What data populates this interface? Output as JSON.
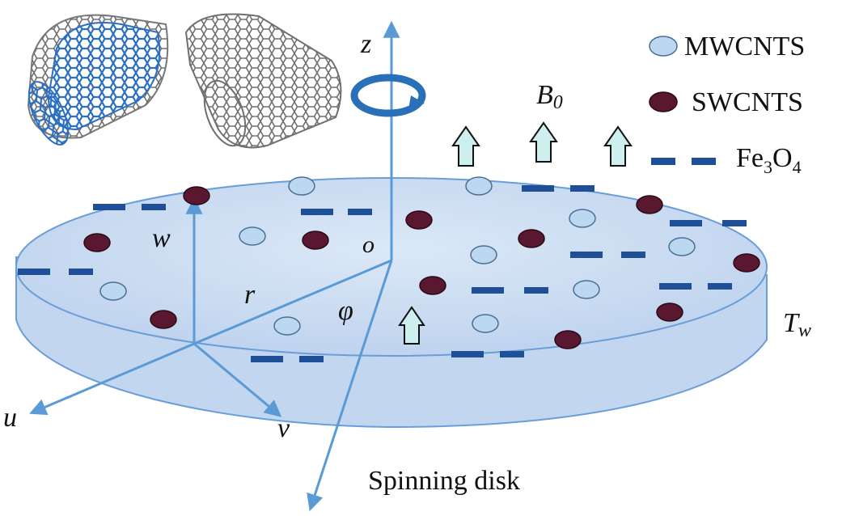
{
  "diagram": {
    "legend": {
      "mwcnt_label": "MWCNTS",
      "swcnt_label": "SWCNTS",
      "fe3o4_label": "Fe",
      "fe3o4_sub3": "3",
      "fe3o4_O": "O",
      "fe3o4_sub4": "4"
    },
    "axes": {
      "z": "z",
      "u": "u",
      "v": "v",
      "w": "w",
      "r": "r",
      "phi": "φ",
      "origin": "o"
    },
    "field_label_B": "B",
    "field_label_B_sub": "0",
    "wall_temp_T": "T",
    "wall_temp_sub": "w",
    "caption": "Spinning disk",
    "colors": {
      "disk_fill": "#c9dcf3",
      "disk_edge": "#6a9ed8",
      "axis": "#5a9ad6",
      "mwcnt": "#bcd7f0",
      "swcnt": "#5a1730",
      "fe3o4": "#1f4f96",
      "arrow_fill": "#cdf0ee",
      "nanotube_blue": "#2a6fc4",
      "nanotube_gray": "#8a8a8a"
    }
  }
}
